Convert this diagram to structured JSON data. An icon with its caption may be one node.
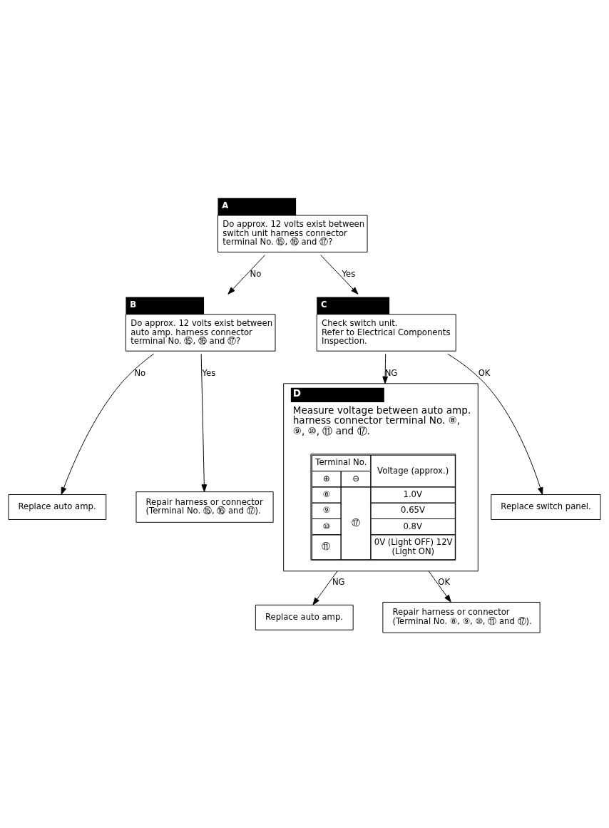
{
  "diagram": {
    "nodes": [
      {
        "text": [
          "A",
          "Do approx. 12 volts exist between switch unit harness connector terminal No. ⑮, ⑯ and ⑰?"
        ]
      },
      {
        "text": [
          "B",
          "Do approx. 12 volts exist between auto amp. harness connector terminal No. ⑮, ⑯ and ⑰?"
        ]
      },
      {
        "text": [
          "Replace auto amp."
        ]
      },
      {
        "text": [
          "Repair harness or connector (Terminal No. ⑮, ⑯ and ⑰)."
        ]
      },
      {
        "text": [
          "C",
          "Check switch unit.",
          "Refer to Electrical Components Inspection."
        ]
      },
      {
        "text": [
          "D",
          "Measure voltage between auto amp. harness connector terminal No. ⑧, ⑨, ⑩, ⑪ and ⑰."
        ]
      },
      {
        "text": [
          "Terminal No.",
          "Voltage (approx.)",
          "⊕",
          "⊖",
          "⑧",
          "⑰",
          "1.0V",
          "⑨",
          "0.65V",
          "⑩",
          "0.8V",
          "⑪",
          "0V (Light OFF) 12V (Light ON)"
        ],
        "in": 5
      },
      {
        "text": [
          "Replace switch panel."
        ]
      },
      {
        "text": [
          "Replace auto amp."
        ]
      },
      {
        "text": [
          "Repair harness or connector (Terminal No. ⑧, ⑨, ⑩, ⑪ and ⑰)."
        ]
      }
    ],
    "edges": [
      {
        "from": 0,
        "to": 1,
        "arrow": "to",
        "label": "No"
      },
      {
        "from": 0,
        "to": 4,
        "arrow": "to",
        "label": "Yes"
      },
      {
        "from": 1,
        "to": 3,
        "arrow": "to",
        "label": "Yes"
      },
      {
        "from": 1,
        "to": 2,
        "arrow": "to",
        "label": "No"
      },
      {
        "from": 4,
        "to": 5,
        "arrow": "to",
        "label": "NG"
      },
      {
        "from": 4,
        "to": 7,
        "arrow": "to",
        "label": "OK"
      },
      {
        "from": 5,
        "to": 9,
        "arrow": "to",
        "label": "OK"
      },
      {
        "from": 5,
        "to": 8,
        "arrow": "to",
        "label": "NG"
      }
    ]
  }
}
